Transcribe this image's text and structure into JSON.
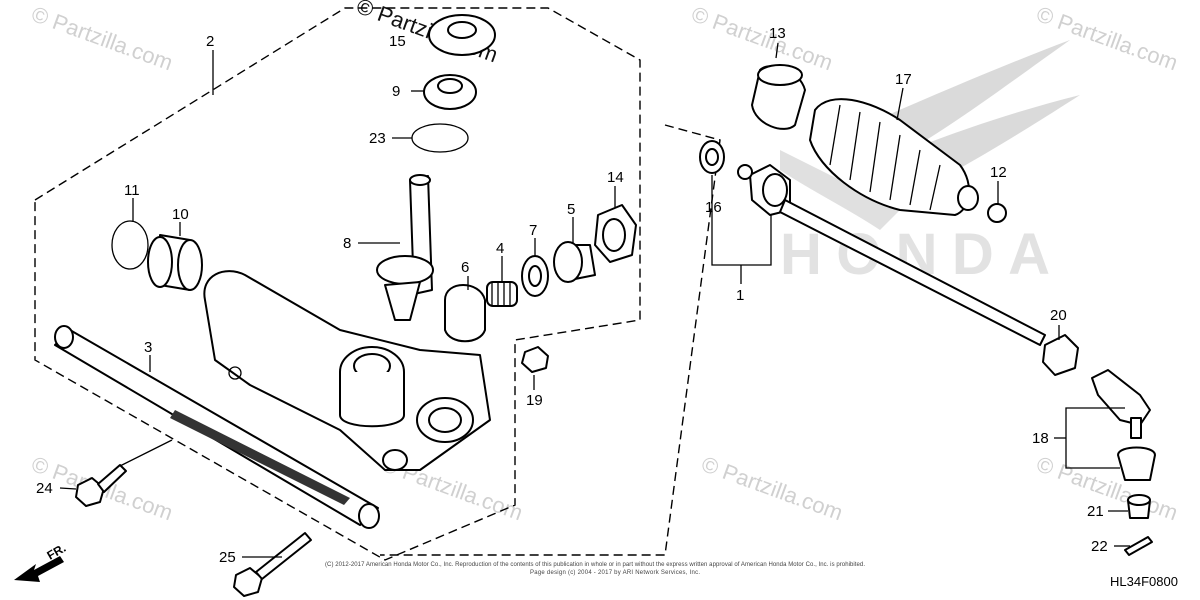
{
  "watermark": {
    "text": "© Partzilla.com",
    "main": "© Partzilla.com"
  },
  "diagram_code": "HL34F0800",
  "direction_label": "FR.",
  "copyright_lines": [
    "(C) 2012-2017 American Honda Motor Co., Inc. Reproduction of the contents of this publication in whole or in part without the express written approval of American Honda Motor Co., Inc. is prohibited.",
    "Page design (c) 2004 - 2017 by ARI Network Services, Inc."
  ],
  "brand_letters": "HONDA",
  "callouts": [
    "1",
    "2",
    "3",
    "4",
    "5",
    "6",
    "7",
    "8",
    "9",
    "10",
    "11",
    "12",
    "13",
    "14",
    "15",
    "16",
    "17",
    "18",
    "19",
    "20",
    "21",
    "22",
    "23",
    "24",
    "25"
  ],
  "colors": {
    "line": "#000000",
    "watermark": "#d0d0d0",
    "shade": "#bbbbbb"
  }
}
